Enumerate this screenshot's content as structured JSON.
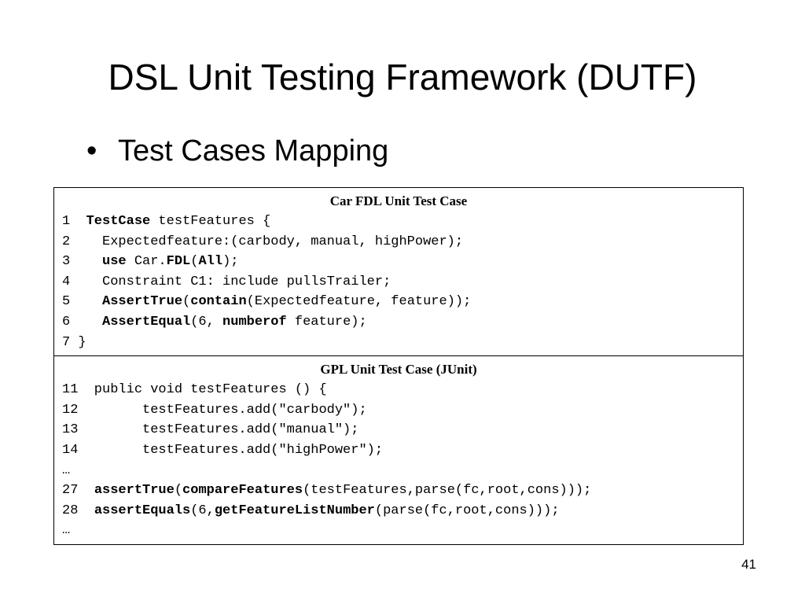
{
  "slide": {
    "title": "DSL Unit Testing Framework (DUTF)",
    "bullet": "Test Cases Mapping",
    "page_number": "41"
  },
  "sections": [
    {
      "header": "Car FDL Unit Test Case",
      "lines": [
        [
          {
            "t": "1  "
          },
          {
            "t": "TestCase",
            "b": true
          },
          {
            "t": " testFeatures {"
          }
        ],
        [
          {
            "t": "2    Expectedfeature:(carbody, manual, highPower);"
          }
        ],
        [
          {
            "t": "3    "
          },
          {
            "t": "use",
            "b": true
          },
          {
            "t": " Car."
          },
          {
            "t": "FDL",
            "b": true
          },
          {
            "t": "("
          },
          {
            "t": "All",
            "b": true
          },
          {
            "t": ");"
          }
        ],
        [
          {
            "t": "4    Constraint C1: include pullsTrailer;"
          }
        ],
        [
          {
            "t": "5    "
          },
          {
            "t": "AssertTrue",
            "b": true
          },
          {
            "t": "("
          },
          {
            "t": "contain",
            "b": true
          },
          {
            "t": "(Expectedfeature, feature));"
          }
        ],
        [
          {
            "t": "6    "
          },
          {
            "t": "AssertEqual",
            "b": true
          },
          {
            "t": "(6, "
          },
          {
            "t": "numberof",
            "b": true
          },
          {
            "t": " feature);"
          }
        ],
        [
          {
            "t": "7 }"
          }
        ]
      ]
    },
    {
      "header": "GPL Unit Test Case (JUnit)",
      "lines": [
        [
          {
            "t": "11  public void testFeatures () {"
          }
        ],
        [
          {
            "t": "12        testFeatures.add(\"carbody\");"
          }
        ],
        [
          {
            "t": "13        testFeatures.add(\"manual\");"
          }
        ],
        [
          {
            "t": "14        testFeatures.add(\"highPower\");"
          }
        ],
        [
          {
            "t": "…"
          }
        ],
        [
          {
            "t": "27  "
          },
          {
            "t": "assertTrue",
            "b": true
          },
          {
            "t": "("
          },
          {
            "t": "compareFeatures",
            "b": true
          },
          {
            "t": "(testFeatures,parse(fc,root,cons)));"
          }
        ],
        [
          {
            "t": "28  "
          },
          {
            "t": "assertEquals",
            "b": true
          },
          {
            "t": "(6,"
          },
          {
            "t": "getFeatureListNumber",
            "b": true
          },
          {
            "t": "(parse(fc,root,cons)));"
          }
        ],
        [
          {
            "t": "…"
          }
        ]
      ]
    }
  ]
}
